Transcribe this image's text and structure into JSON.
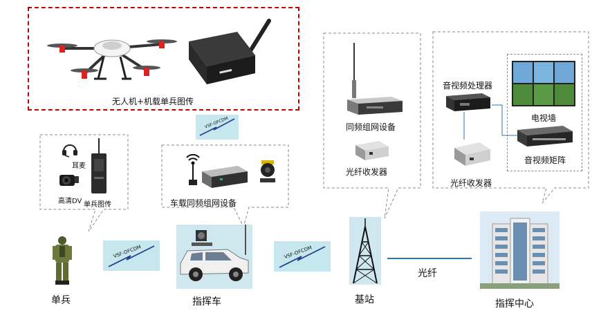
{
  "uav_group": {
    "label": "无人机+机载单兵图传"
  },
  "soldier_group": {
    "headset_label": "耳麦",
    "hddv_label": "高清DV",
    "device_label": "单兵图传"
  },
  "vehicle_group": {
    "device_label": "车载同频组网设备"
  },
  "basestation_group": {
    "network_label": "同频组网设备",
    "optical_label": "光纤收发器"
  },
  "command_group": {
    "processor_label": "音视频处理器",
    "tvwall_label": "电视墙",
    "matrix_label": "音视频矩阵",
    "optical_label": "光纤收发器"
  },
  "links": {
    "uav_link": "VSF-OFCDM",
    "soldier_link": "VSF-OFCDM",
    "vehicle_link": "VSF-OFCDM",
    "fiber_label": "光纤"
  },
  "nodes": {
    "soldier": "单兵",
    "vehicle": "指挥车",
    "base_station": "基站",
    "command_center": "指挥中心"
  },
  "colors": {
    "border_red": "#c00000",
    "border_gray": "#8a8a8a",
    "link_bg": "#c6e7ee",
    "fiber_line": "#2e74b5",
    "bolt": "#1f3f8f"
  }
}
